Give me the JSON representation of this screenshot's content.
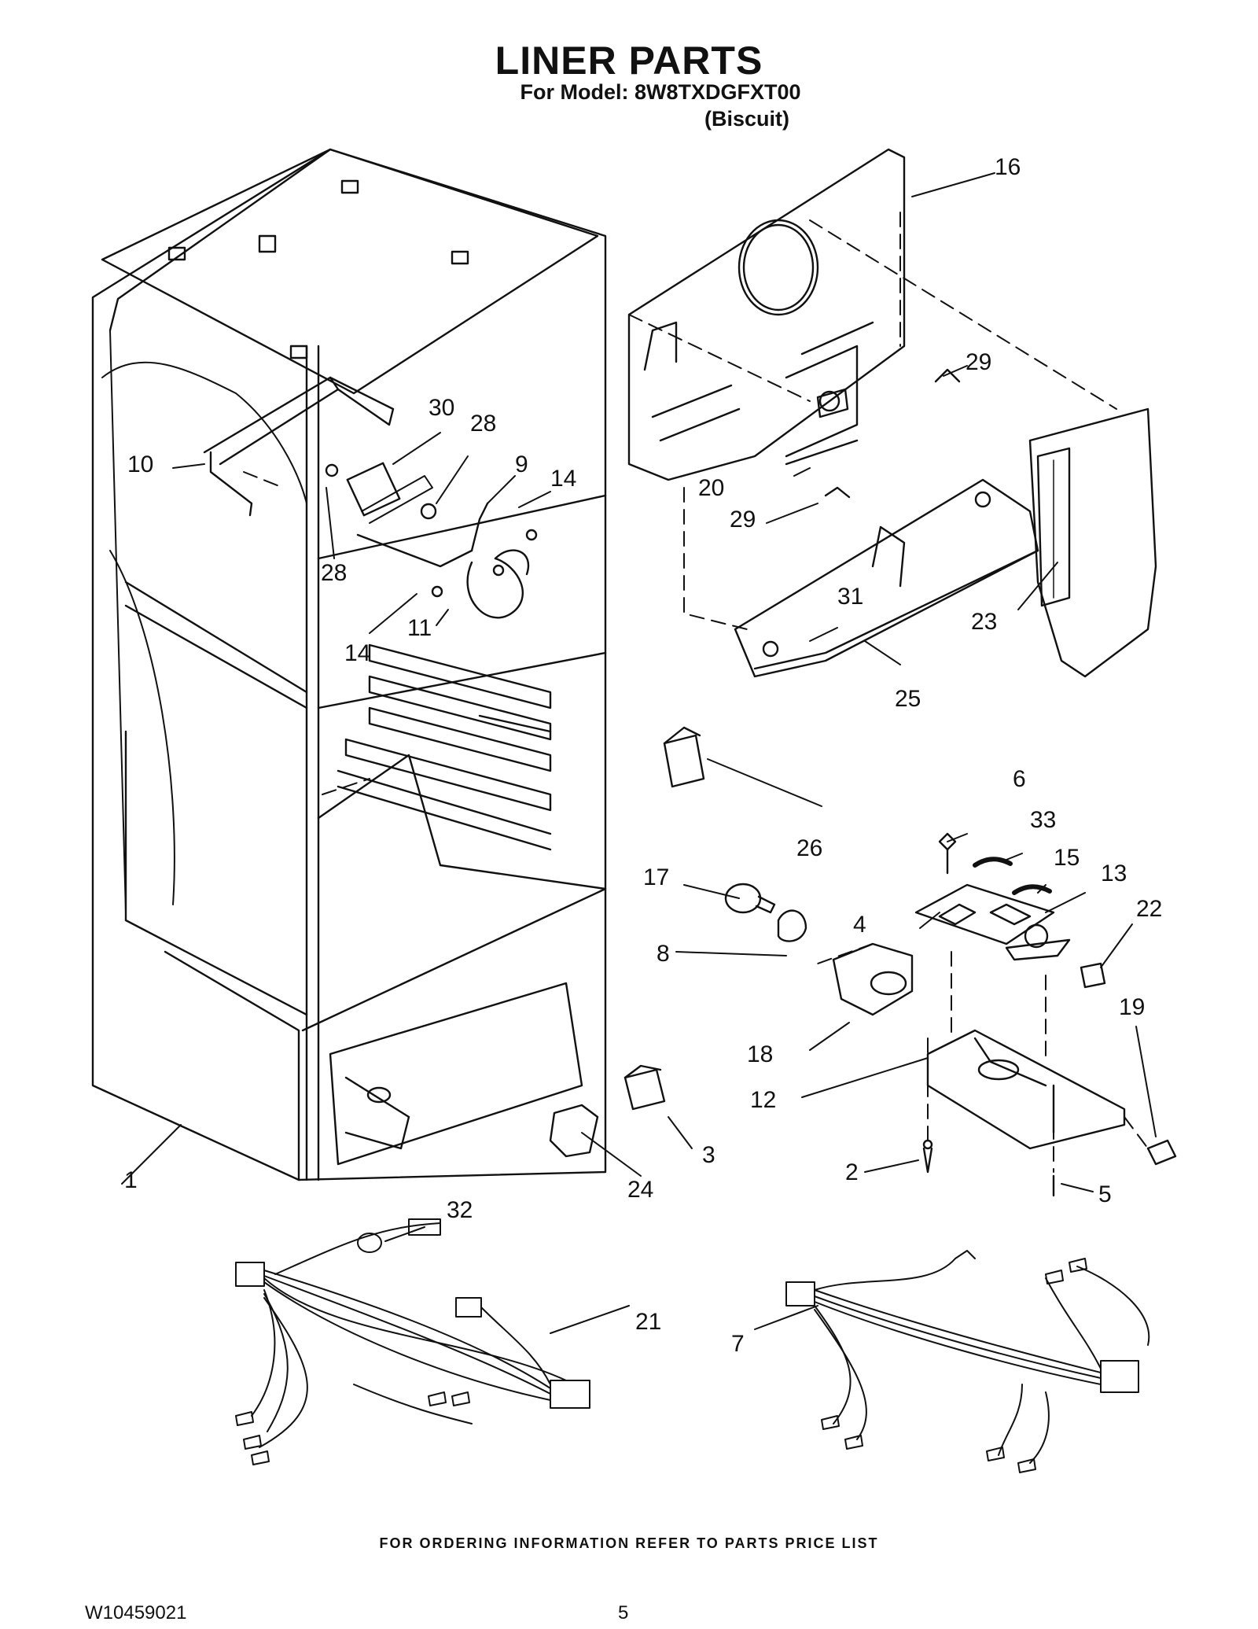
{
  "header": {
    "title": "LINER PARTS",
    "model_line": "For Model: 8W8TXDGFXT00",
    "color_line": "(Biscuit)"
  },
  "callouts": [
    "1",
    "2",
    "3",
    "4",
    "5",
    "6",
    "7",
    "8",
    "9",
    "10",
    "11",
    "12",
    "13",
    "14",
    "14",
    "15",
    "16",
    "17",
    "18",
    "19",
    "20",
    "21",
    "22",
    "23",
    "24",
    "25",
    "26",
    "28",
    "28",
    "29",
    "29",
    "30",
    "31",
    "32",
    "33"
  ],
  "footer": {
    "ordering_note": "FOR ORDERING INFORMATION REFER TO PARTS PRICE LIST",
    "doc_number": "W10459021",
    "page_number": "5"
  }
}
